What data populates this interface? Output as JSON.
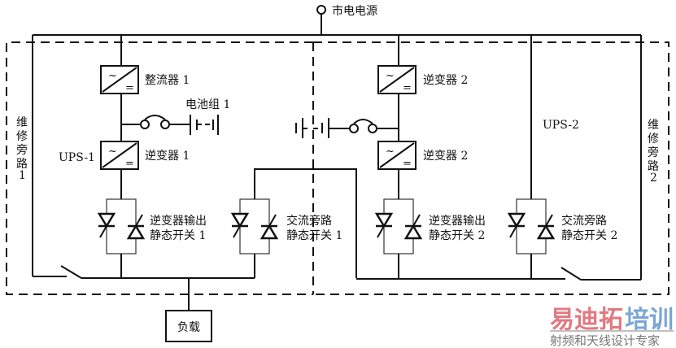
{
  "diagram": {
    "title": "双UPS冗余供电系统",
    "mains_label": "市电电源",
    "ups1": {
      "label": "UPS-1",
      "rectifier": "整流器 1",
      "battery": "电池组 1",
      "inverter": "逆变器 1",
      "inverter_switch": [
        "逆变器输出",
        "静态开关 1"
      ],
      "bypass_switch": [
        "交流旁路",
        "静态开关 1"
      ],
      "maintenance_bypass": [
        "维",
        "修",
        "旁",
        "路",
        "1"
      ]
    },
    "ups2": {
      "label": "UPS-2",
      "rectifier": "逆变器 2",
      "inverter": "逆变器 2",
      "inverter_switch": [
        "逆变器输出",
        "静态开关 2"
      ],
      "bypass_switch": [
        "交流旁路",
        "静态开关 2"
      ],
      "maintenance_bypass": [
        "维",
        "修",
        "旁",
        "路",
        "2"
      ]
    },
    "load_label": "负载",
    "converter_symbols": {
      "ac": "~",
      "dc": "="
    }
  },
  "watermark": {
    "brand_part1": "易迪拓",
    "brand_part2": "培训",
    "tagline": "射频和天线设计专家",
    "color_red": "#e07a80",
    "color_blue": "#7aa6d6"
  }
}
